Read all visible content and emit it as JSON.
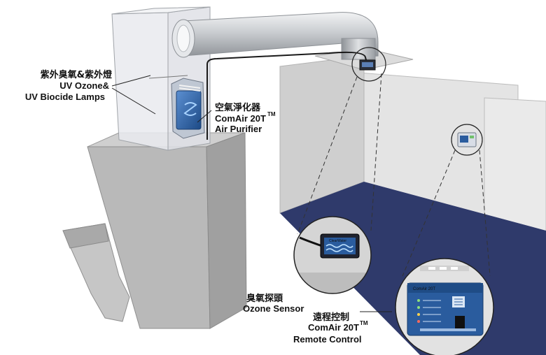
{
  "labels": {
    "lamps_zh": "紫外臭氧&紫外燈",
    "lamps_en_1": "UV Ozone&",
    "lamps_en_2": "UV Biocide Lamps",
    "purifier_zh": "空氣淨化器",
    "purifier_en_1": "ComAir 20T",
    "purifier_tm": "TM",
    "purifier_en_2": "Air Purifier",
    "sensor_zh": "臭氧探頭",
    "sensor_en": "Ozone Sensor",
    "remote_zh": "遠程控制",
    "remote_en_1": "ComAir 20T",
    "remote_tm": "TM",
    "remote_en_2": "Remote Control"
  },
  "devices": {
    "sensor_brand": "ClearWater",
    "remote_brand": "ComAir 20T"
  },
  "colors": {
    "floor": "#2f3a6b",
    "device_blue": "#2a5c9e",
    "wall": "#d9d9d9",
    "ahu": "#b7b7b7",
    "duct": "#cfd2d6"
  }
}
